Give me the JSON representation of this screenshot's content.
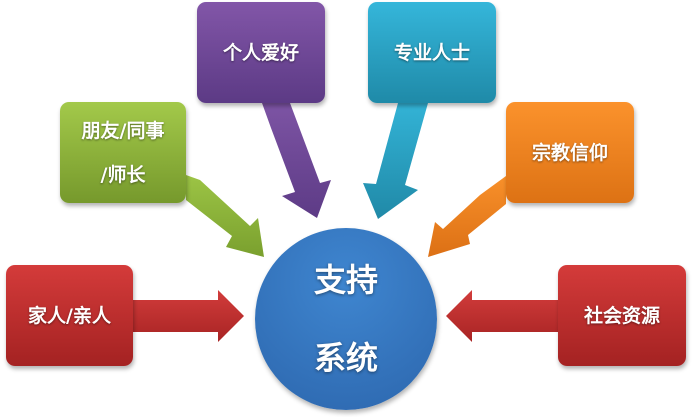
{
  "diagram": {
    "type": "hub-and-spoke",
    "hub": {
      "lines": [
        "支持",
        "系统"
      ],
      "color": "#3574c0"
    },
    "spokes": [
      {
        "id": "family",
        "lines": [
          "家人/亲人"
        ],
        "color": "#c03030",
        "position": "left"
      },
      {
        "id": "friends",
        "lines": [
          "朋友/同事",
          "/师长"
        ],
        "color": "#8bb53a",
        "position": "upper-left"
      },
      {
        "id": "hobbies",
        "lines": [
          "个人爱好"
        ],
        "color": "#6e4897",
        "position": "top-left"
      },
      {
        "id": "professionals",
        "lines": [
          "专业人士"
        ],
        "color": "#2aa0c4",
        "position": "top-right"
      },
      {
        "id": "religion",
        "lines": [
          "宗教信仰"
        ],
        "color": "#f08420",
        "position": "upper-right"
      },
      {
        "id": "social-resources",
        "lines": [
          "社会资源"
        ],
        "color": "#c03030",
        "position": "right"
      }
    ]
  }
}
